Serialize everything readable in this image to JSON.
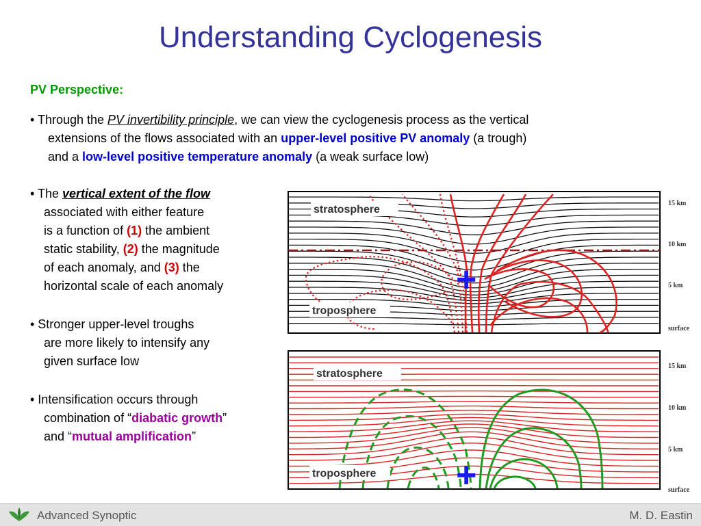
{
  "title": "Understanding Cyclogenesis",
  "section": "PV Perspective:",
  "p1": {
    "a": "• Through the ",
    "b": "PV invertibility principle",
    "c": ", we can view the cyclogenesis process as the vertical",
    "d": "extensions of the flows associated with an ",
    "e": "upper-level positive PV anomaly",
    "f": " (a trough)",
    "g": "and a ",
    "h": "low-level positive temperature anomaly",
    "i": " (a weak surface low)"
  },
  "b2": {
    "a": "• The ",
    "b": "vertical extent of the flow",
    "l1": "associated with either feature",
    "l2a": "is a function of ",
    "l2b": "(1)",
    "l2c": " the ambient",
    "l3a": "static stability, ",
    "l3b": "(2)",
    "l3c": " the magnitude",
    "l4a": "of each anomaly, and ",
    "l4b": "(3)",
    "l4c": " the",
    "l5": "horizontal scale of each anomaly"
  },
  "b3": {
    "l1": "• Stronger upper-level troughs",
    "l2": "are more likely to intensify any",
    "l3": "given surface low"
  },
  "b4": {
    "l1": "• Intensification occurs through",
    "l2a": "combination of “",
    "l2b": "diabatic growth",
    "l2c": "”",
    "l3a": "and “",
    "l3b": "mutual amplification",
    "l3c": "”"
  },
  "figure": {
    "top": {
      "label_upper": "stratosphere",
      "label_lower": "troposphere",
      "marker": "+"
    },
    "bottom": {
      "label_upper": "stratosphere",
      "label_lower": "troposphere",
      "marker": "+"
    },
    "axis_top": [
      "15 km",
      "10 km",
      "5 km",
      "surface"
    ],
    "axis_bottom": [
      "15 km",
      "10 km",
      "5 km",
      "surface"
    ]
  },
  "footer": {
    "left": "Advanced Synoptic",
    "right": "M. D. Eastin"
  },
  "colors": {
    "title": "#333399",
    "section": "#009900",
    "emphasis_blue": "#0000cc",
    "emphasis_red": "#cc0000",
    "emphasis_purple": "#990099",
    "isentrope_red": "#dd2222",
    "contour_green": "#229922"
  },
  "icons": {
    "footer_logo": "leaf-logo-icon",
    "anomaly_marker": "plus-icon"
  }
}
